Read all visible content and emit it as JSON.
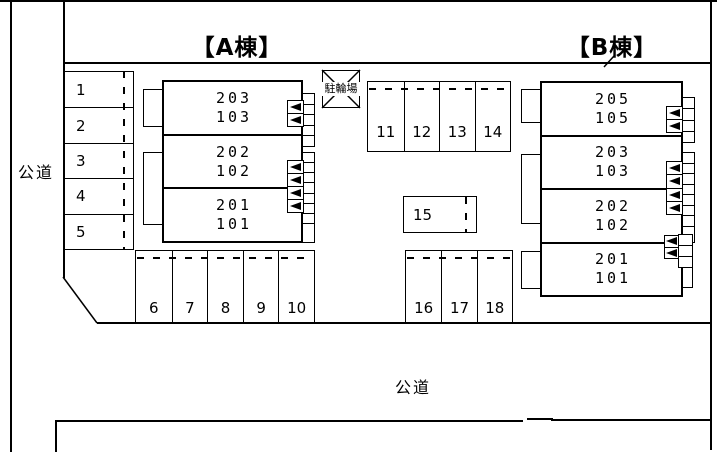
{
  "titles": {
    "building_a": "【A棟】",
    "building_b": "【B棟】"
  },
  "roads": {
    "left": "公道",
    "bottom": "公道"
  },
  "bike_parking_label": "駐輪場",
  "building_a_rooms": [
    {
      "upper": "203",
      "lower": "103"
    },
    {
      "upper": "202",
      "lower": "102"
    },
    {
      "upper": "201",
      "lower": "101"
    }
  ],
  "building_b_rooms": [
    {
      "upper": "205",
      "lower": "105"
    },
    {
      "upper": "203",
      "lower": "103"
    },
    {
      "upper": "202",
      "lower": "102"
    },
    {
      "upper": "201",
      "lower": "101"
    }
  ],
  "parking_spaces": {
    "left_column": [
      "1",
      "2",
      "3",
      "4",
      "5"
    ],
    "bottom_left_row": [
      "6",
      "7",
      "8",
      "9",
      "10"
    ],
    "center_top_row": [
      "11",
      "12",
      "13",
      "14"
    ],
    "center_single": "15",
    "bottom_center_row": [
      "16",
      "17",
      "18"
    ]
  }
}
